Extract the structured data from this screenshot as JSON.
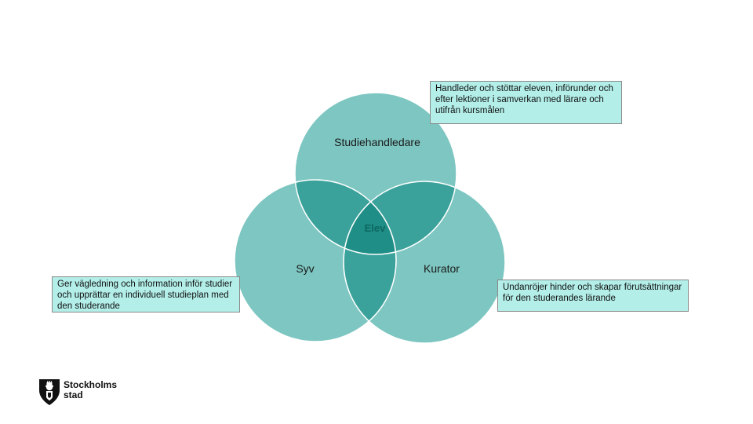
{
  "diagram": {
    "colors": {
      "circle_fill": "#7dc6c1",
      "overlap_fill": "#3aa29b",
      "center_fill": "#1f8e86",
      "circle_stroke": "#ffffff"
    },
    "circles": [
      {
        "id": "studiehandledare",
        "label": "Studiehandledare"
      },
      {
        "id": "syv",
        "label": "Syv"
      },
      {
        "id": "kurator",
        "label": "Kurator"
      }
    ],
    "center_label": "Elev"
  },
  "notes": {
    "studiehandledare": "Handleder och stöttar eleven, införunder och efter lektioner i samverkan med lärare och utifrån kursmålen",
    "syv": "Ger vägledning och information inför studier och upprättar en individuell studieplan med den studerande",
    "kurator": "Undanröjer hinder och skapar förutsättningar för den studerandes lärande"
  },
  "logo": {
    "line1": "Stockholms",
    "line2": "stad",
    "icon": "stockholm-crest-icon"
  }
}
